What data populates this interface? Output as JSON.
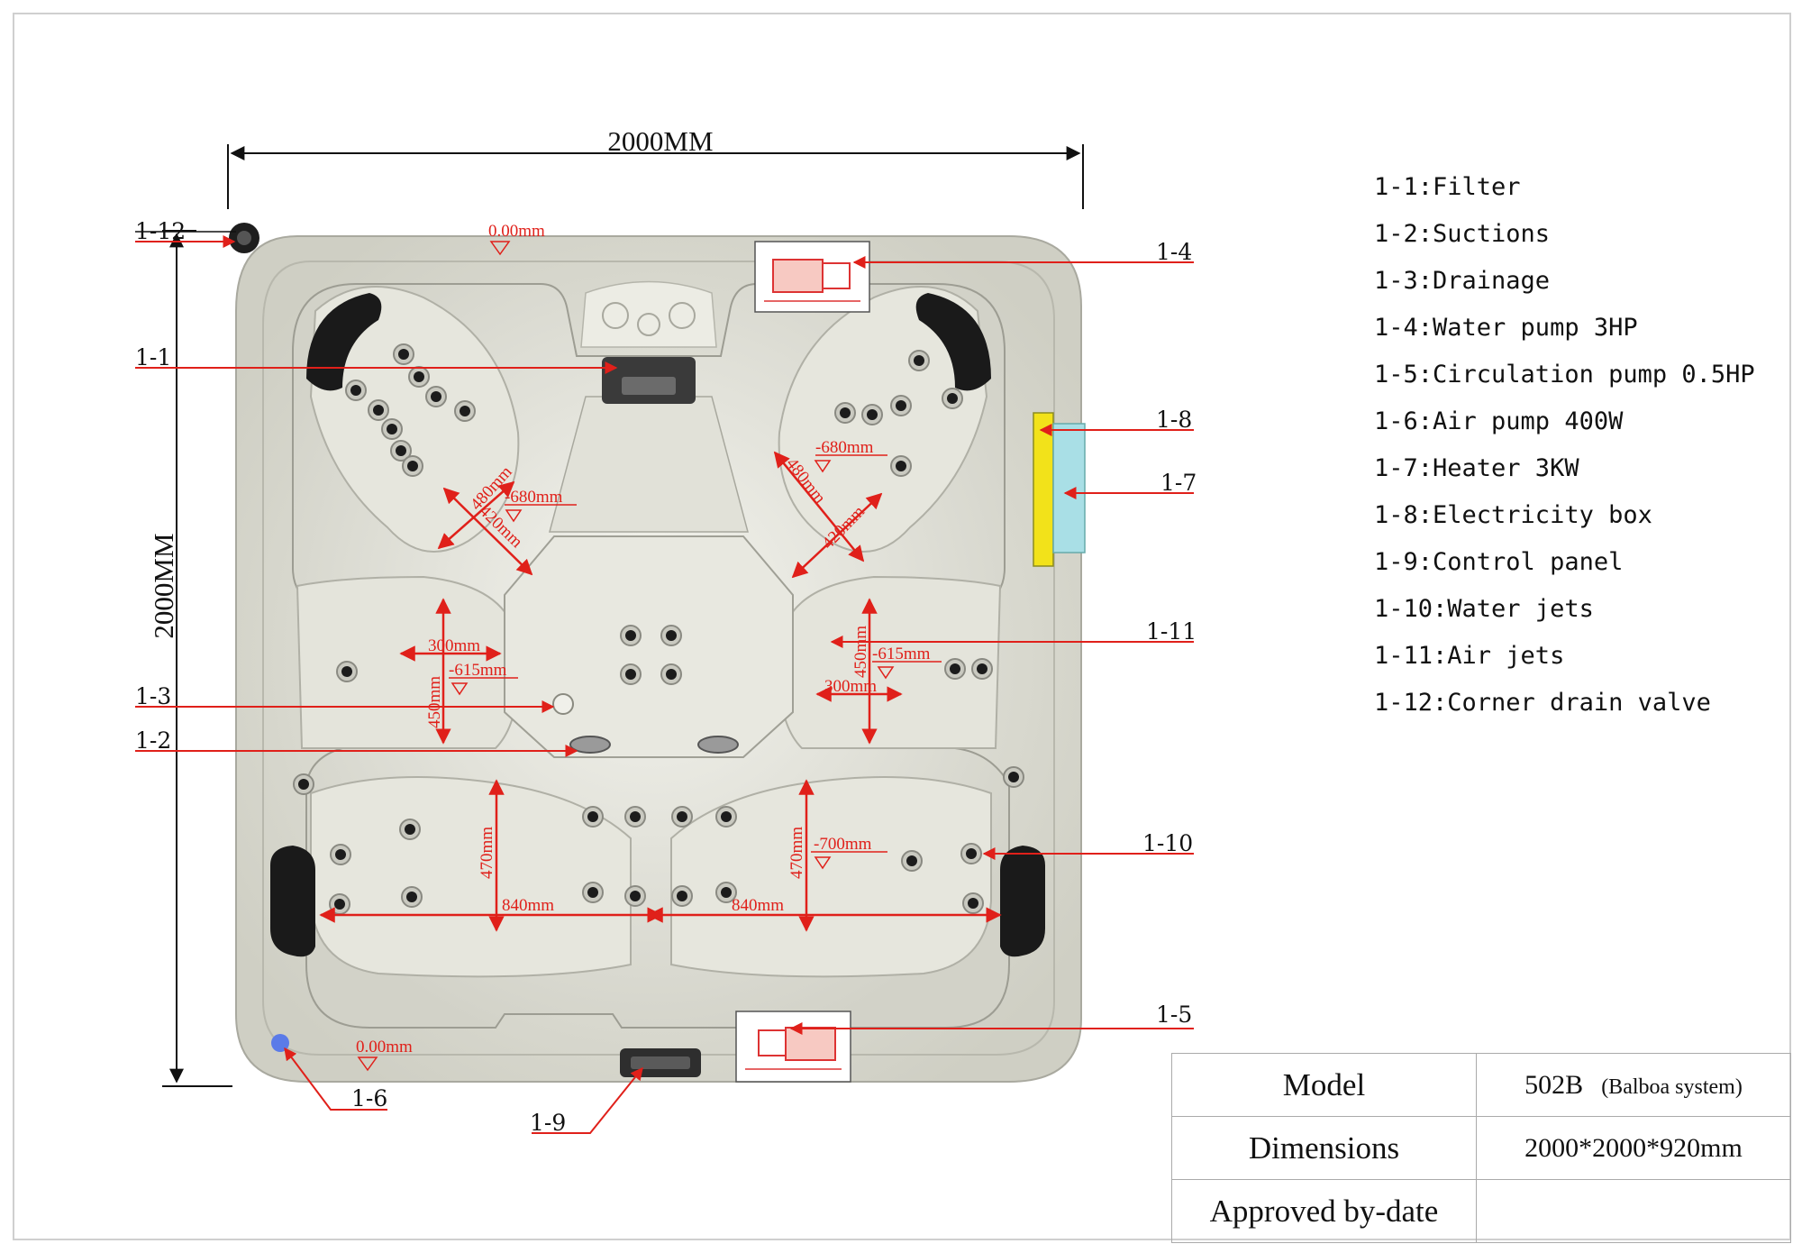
{
  "dimensions": {
    "width_label": "2000MM",
    "height_label": "2000MM"
  },
  "levels": {
    "top": "0.00mm",
    "bottom": "0.00mm"
  },
  "callouts": [
    "1-12",
    "1-1",
    "1-3",
    "1-2",
    "1-4",
    "1-8",
    "1-7",
    "1-11",
    "1-10",
    "1-5",
    "1-6",
    "1-9"
  ],
  "measurements": {
    "left_diag_480": "480mm",
    "left_diag_420": "420mm",
    "left_depth_680": "-680mm",
    "right_diag_480": "480mm",
    "right_diag_420": "420mm",
    "right_depth_680": "-680mm",
    "left_300": "300mm",
    "left_615": "-615mm",
    "left_450": "450mm",
    "right_300": "300mm",
    "right_615": "-615mm",
    "right_450": "450mm",
    "left_470": "470mm",
    "right_470": "470mm",
    "depth_700": "-700mm",
    "left_840": "840mm",
    "right_840": "840mm"
  },
  "legend": [
    "1-1:Filter",
    "1-2:Suctions",
    "1-3:Drainage",
    "1-4:Water pump 3HP",
    "1-5:Circulation pump 0.5HP",
    "1-6:Air pump 400W",
    "1-7:Heater 3KW",
    "1-8:Electricity box",
    "1-9:Control panel",
    "1-10:Water jets",
    "1-11:Air jets",
    "1-12:Corner drain valve"
  ],
  "spec_table": {
    "model_label": "Model",
    "model_value": "502B",
    "model_note": "(Balboa system)",
    "dimensions_label": "Dimensions",
    "dimensions_value": "2000*2000*920mm",
    "approved_label": "Approved by-date",
    "approved_value": ""
  },
  "colors": {
    "annotation": "#e0201a",
    "shell": "#d9d9cf",
    "pillow": "#1a1a1a",
    "electric_box": "#f2e21a",
    "heater": "#a9dfe6",
    "air_pump": "#5b7be8"
  }
}
